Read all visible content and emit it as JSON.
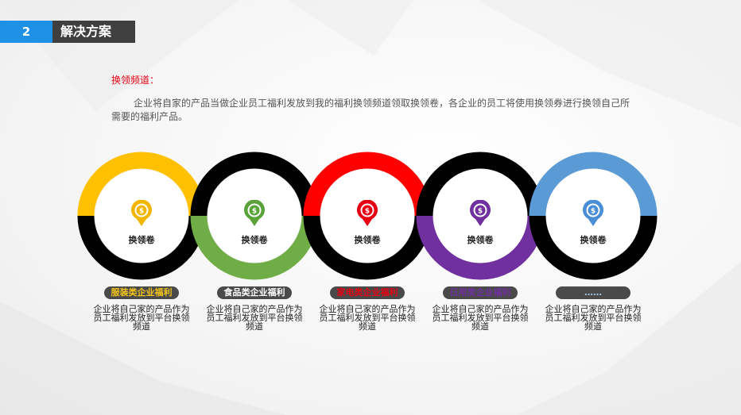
{
  "header": {
    "section_number": "2",
    "section_title": "解决方案"
  },
  "intro": {
    "label": "换领频道：",
    "text": "企业将自家的产品当做企业员工福利发放到我的福利换领频道领取换领卷，各企业的员工将使用换领券进行换领自己所需要的福利产品。"
  },
  "items": [
    {
      "icon": "coupon-exchange-icon",
      "label": "换领卷",
      "pill": "服装类企业福利",
      "pill_color": "#f5c518",
      "description": "企业将自己家的产品作为员工福利发放到平台换领频道",
      "top_color": "#ffc000",
      "bottom_color": "#000000",
      "icon_color": "#f2b600"
    },
    {
      "icon": "coupon-exchange-icon",
      "label": "换领卷",
      "pill": "食品类企业福利",
      "pill_color": "#ffffff",
      "description": "企业将自己家的产品作为员工福利发放到平台换领频道",
      "top_color": "#000000",
      "bottom_color": "#70ad47",
      "icon_color": "#5aa33a"
    },
    {
      "icon": "coupon-exchange-icon",
      "label": "换领卷",
      "pill": "家电类企业福利",
      "pill_color": "#e60012",
      "description": "企业将自己家的产品作为员工福利发放到平台换领频道",
      "top_color": "#ff0000",
      "bottom_color": "#000000",
      "icon_color": "#e60012"
    },
    {
      "icon": "coupon-exchange-icon",
      "label": "换领卷",
      "pill": "日用类企业福利",
      "pill_color": "#7030a0",
      "description": "企业将自己家的产品作为员工福利发放到平台换领频道",
      "top_color": "#000000",
      "bottom_color": "#7030a0",
      "icon_color": "#7030a0"
    },
    {
      "icon": "coupon-exchange-icon",
      "label": "换领卷",
      "pill": "……",
      "pill_color": "#9dc3e6",
      "description": "企业将自己家的产品作为员工福利发放到平台换领频道",
      "top_color": "#5b9bd5",
      "bottom_color": "#000000",
      "icon_color": "#4a8ed6"
    }
  ]
}
